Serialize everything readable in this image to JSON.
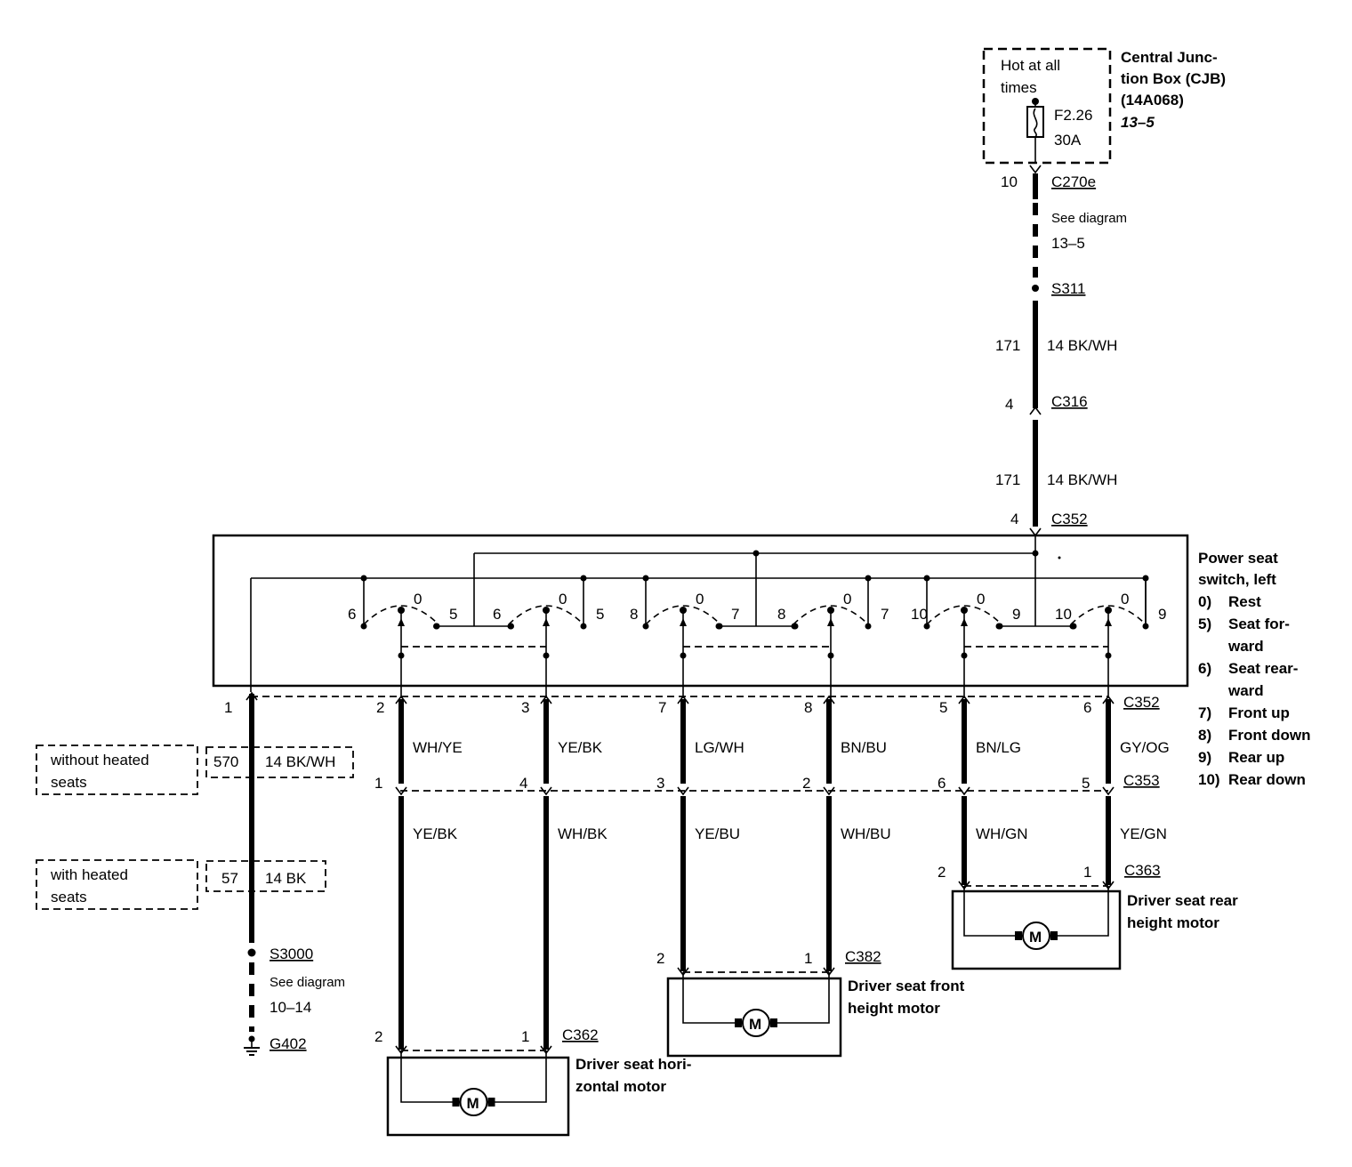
{
  "cjb": {
    "label": [
      "Central Junc-",
      "tion Box (CJB)",
      "(14A068)"
    ],
    "page_ref": "13–5",
    "hot": [
      "Hot at all",
      "times"
    ],
    "fuse_id": "F2.26",
    "fuse_rating": "30A"
  },
  "feed": {
    "c270e_pin": "10",
    "c270e": "C270e",
    "see_diagram": "See diagram",
    "see_diagram_ref": "13–5",
    "s311": "S311",
    "circuit1": "171",
    "wire1": "14 BK/WH",
    "c316_pin": "4",
    "c316": "C316",
    "circuit2": "171",
    "wire2": "14 BK/WH",
    "c352_pin": "4",
    "c352": "C352"
  },
  "switch": {
    "title": [
      "Power seat",
      "switch, left"
    ],
    "legend": [
      {
        "key": "0)",
        "text": [
          "Rest"
        ]
      },
      {
        "key": "5)",
        "text": [
          "Seat for-",
          "ward"
        ]
      },
      {
        "key": "6)",
        "text": [
          "Seat rear-",
          "ward"
        ]
      },
      {
        "key": "7)",
        "text": [
          "Front up"
        ]
      },
      {
        "key": "8)",
        "text": [
          "Front down"
        ]
      },
      {
        "key": "9)",
        "text": [
          "Rear up"
        ]
      },
      {
        "key": "10)",
        "text": [
          "Rear down"
        ]
      }
    ],
    "contacts": [
      "6",
      "0",
      "5",
      "6",
      "0",
      "5",
      "8",
      "0",
      "7",
      "8",
      "0",
      "7",
      "10",
      "0",
      "9",
      "10",
      "0",
      "9"
    ]
  },
  "ground": {
    "pin": "1",
    "without_label": [
      "without heated",
      "seats"
    ],
    "without_circuit": "570",
    "without_wire": "14 BK/WH",
    "with_label": [
      "with heated",
      "seats"
    ],
    "with_circuit": "57",
    "with_wire": "14 BK",
    "s3000": "S3000",
    "see_diagram": "See diagram",
    "see_diagram_ref": "10–14",
    "g402": "G402"
  },
  "connectors": {
    "c352": "C352",
    "c353": "C353",
    "c352_pins": [
      "2",
      "3",
      "7",
      "8",
      "5",
      "6"
    ],
    "c353_pins": [
      "1",
      "4",
      "3",
      "2",
      "6",
      "5"
    ],
    "upper_wires": [
      "WH/YE",
      "YE/BK",
      "LG/WH",
      "BN/BU",
      "BN/LG",
      "GY/OG"
    ],
    "lower_wires": [
      "YE/BK",
      "WH/BK",
      "YE/BU",
      "WH/BU",
      "WH/GN",
      "YE/GN"
    ]
  },
  "motors": {
    "horizontal": {
      "connector": "C362",
      "pins": [
        "2",
        "1"
      ],
      "label": [
        "Driver seat hori-",
        "zontal motor"
      ]
    },
    "front": {
      "connector": "C382",
      "pins": [
        "2",
        "1"
      ],
      "label": [
        "Driver seat front",
        "height motor"
      ]
    },
    "rear": {
      "connector": "C363",
      "pins": [
        "2",
        "1"
      ],
      "label": [
        "Driver seat rear",
        "height motor"
      ]
    },
    "symbol": "M"
  }
}
